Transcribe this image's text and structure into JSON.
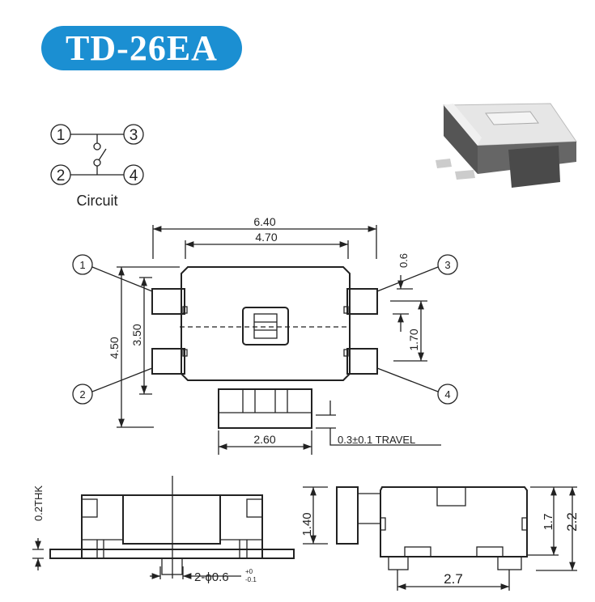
{
  "title": "TD-26EA",
  "circuit": {
    "label": "Circuit",
    "pins": [
      "1",
      "3",
      "2",
      "4"
    ]
  },
  "top_view": {
    "callouts": [
      "1",
      "2",
      "3",
      "4"
    ],
    "dims": {
      "overall_width": "6.40",
      "body_width": "4.70",
      "overall_height": "4.50",
      "body_height": "3.50",
      "pad_width": "0.6",
      "pad_pitch": "1.70",
      "plunger_width": "2.60",
      "travel": "0.3±0.1 TRAVEL"
    }
  },
  "front_view": {
    "thickness": "0.2THK",
    "peg": "2-ϕ0.6",
    "tol_plus": "+0",
    "tol_minus": "-0.1"
  },
  "side_view": {
    "plunger_height": "1.40",
    "body_height": "1.7",
    "total_height": "2.2",
    "pad_span": "2.7"
  },
  "colors": {
    "title_bg": "#1b8fd2",
    "product_body": "#e0e0e0",
    "product_side": "#5a5a5a"
  }
}
